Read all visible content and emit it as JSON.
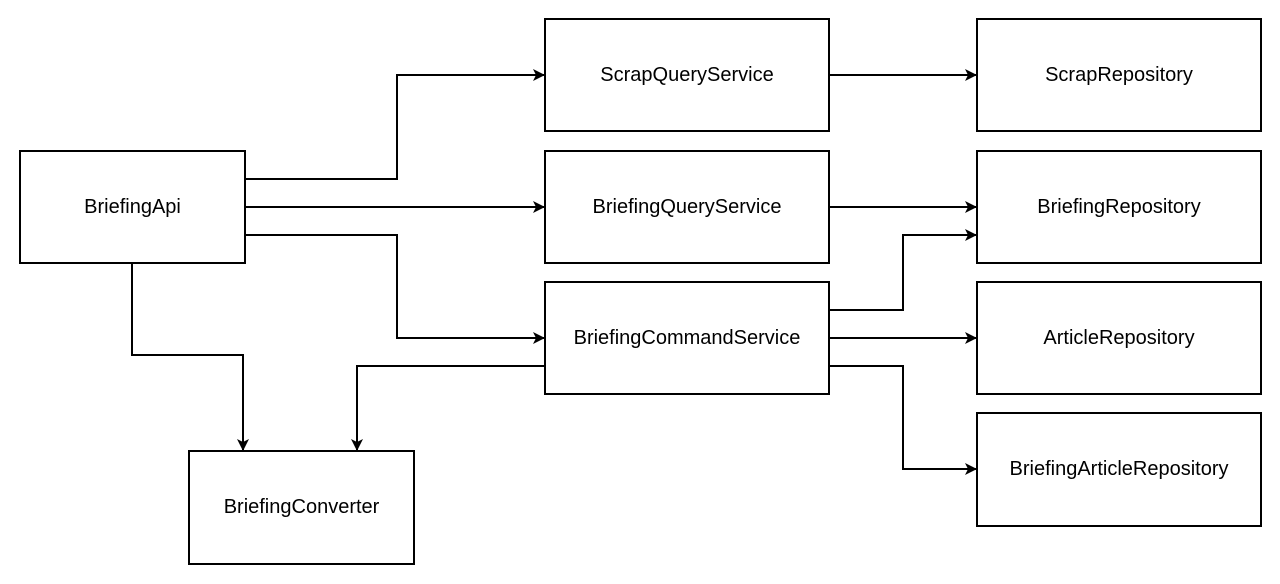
{
  "diagram": {
    "nodes": {
      "briefing_api": "BriefingApi",
      "scrap_query_service": "ScrapQueryService",
      "briefing_query_service": "BriefingQueryService",
      "briefing_command_service": "BriefingCommandService",
      "briefing_converter": "BriefingConverter",
      "scrap_repository": "ScrapRepository",
      "briefing_repository": "BriefingRepository",
      "article_repository": "ArticleRepository",
      "briefing_article_repository": "BriefingArticleRepository"
    },
    "edges": [
      {
        "from": "BriefingApi",
        "to": "ScrapQueryService"
      },
      {
        "from": "BriefingApi",
        "to": "BriefingQueryService"
      },
      {
        "from": "BriefingApi",
        "to": "BriefingCommandService"
      },
      {
        "from": "BriefingApi",
        "to": "BriefingConverter"
      },
      {
        "from": "ScrapQueryService",
        "to": "ScrapRepository"
      },
      {
        "from": "BriefingQueryService",
        "to": "BriefingRepository"
      },
      {
        "from": "BriefingCommandService",
        "to": "BriefingRepository"
      },
      {
        "from": "BriefingCommandService",
        "to": "ArticleRepository"
      },
      {
        "from": "BriefingCommandService",
        "to": "BriefingArticleRepository"
      },
      {
        "from": "BriefingCommandService",
        "to": "BriefingConverter"
      }
    ],
    "colors": {
      "stroke": "#000000",
      "background": "#ffffff",
      "text": "#000000"
    }
  }
}
